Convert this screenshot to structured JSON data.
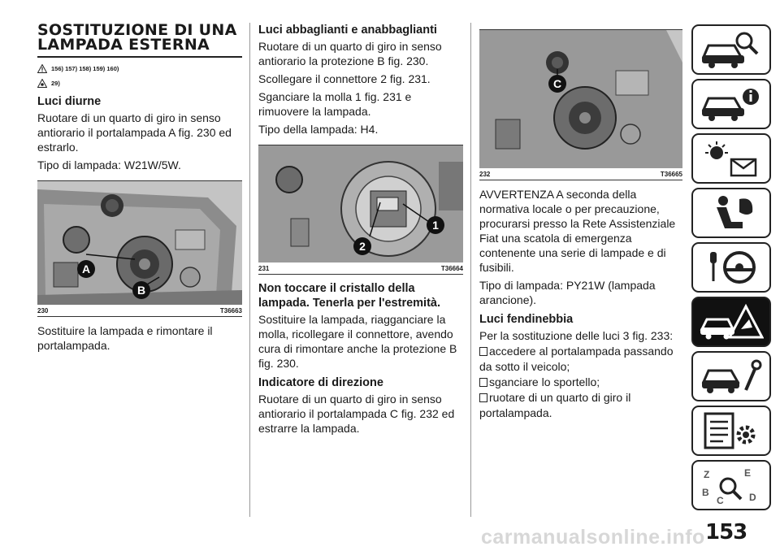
{
  "col1": {
    "title": "SOSTITUZIONE DI UNA LAMPADA ESTERNA",
    "warning_refs_1": "156) 157) 158) 159) 160)",
    "warning_refs_2": "29)",
    "h_luci_diurne": "Luci diurne",
    "p_luci_diurne": "Ruotare di un quarto di giro in senso antiorario il portalampada A fig. 230 ed estrarlo.",
    "p_tipo_diurne": "Tipo di lampada: W21W/5W.",
    "fig230_num": "230",
    "fig230_code": "T36663",
    "p_sostituire": "Sostituire la lampada e rimontare il portalampada."
  },
  "col2": {
    "h_abbaglianti": "Luci abbaglianti e anabbaglianti",
    "p_abb_1": "Ruotare di un quarto di giro in senso antiorario la protezione B fig. 230.",
    "p_abb_2": "Scollegare il connettore 2 fig. 231.",
    "p_abb_3": "Sganciare la molla 1 fig. 231 e rimuovere la lampada.",
    "p_abb_4": "Tipo della lampada: H4.",
    "fig231_num": "231",
    "fig231_code": "T36664",
    "h_non_toccare": "Non toccare il cristallo della lampada. Tenerla per l'estremità.",
    "p_non_toccare": "Sostituire la lampada, riagganciare la molla, ricollegare il connettore, avendo cura di rimontare anche la protezione B fig. 230.",
    "h_indicatore": "Indicatore di direzione",
    "p_indicatore": "Ruotare di un quarto di giro in senso antiorario il portalampada C fig. 232 ed estrarre la lampada."
  },
  "col3": {
    "fig232_num": "232",
    "fig232_code": "T36665",
    "p_avvertenza": "AVVERTENZA A seconda della normativa locale o per precauzione, procurarsi presso la Rete Assistenziale Fiat una scatola di emergenza contenente una serie di lampade e di fusibili.",
    "p_tipo_ind": "Tipo di lampada: PY21W (lampada arancione).",
    "h_fendinebbia": "Luci fendinebbia",
    "p_fendinebbia": "Per la sostituzione delle luci 3 fig. 233:",
    "bullets": [
      "accedere al portalampada passando",
      "da sotto il veicolo;",
      "sganciare lo sportello;",
      "ruotare di un quarto di giro il",
      "portalampada."
    ]
  },
  "callouts": {
    "a": "A",
    "b": "B",
    "c": "C",
    "one": "1",
    "two": "2"
  },
  "sidebar": {
    "tabs": [
      "car-search-icon",
      "car-info-icon",
      "dashboard-lights-icon",
      "airbag-seat-icon",
      "key-steering-icon",
      "car-emergency-icon",
      "car-wrench-icon",
      "checklist-gear-icon",
      "alphabet-index-icon"
    ],
    "active_index": 5
  },
  "page_number": "153",
  "watermark": "carmanualsonline.info"
}
